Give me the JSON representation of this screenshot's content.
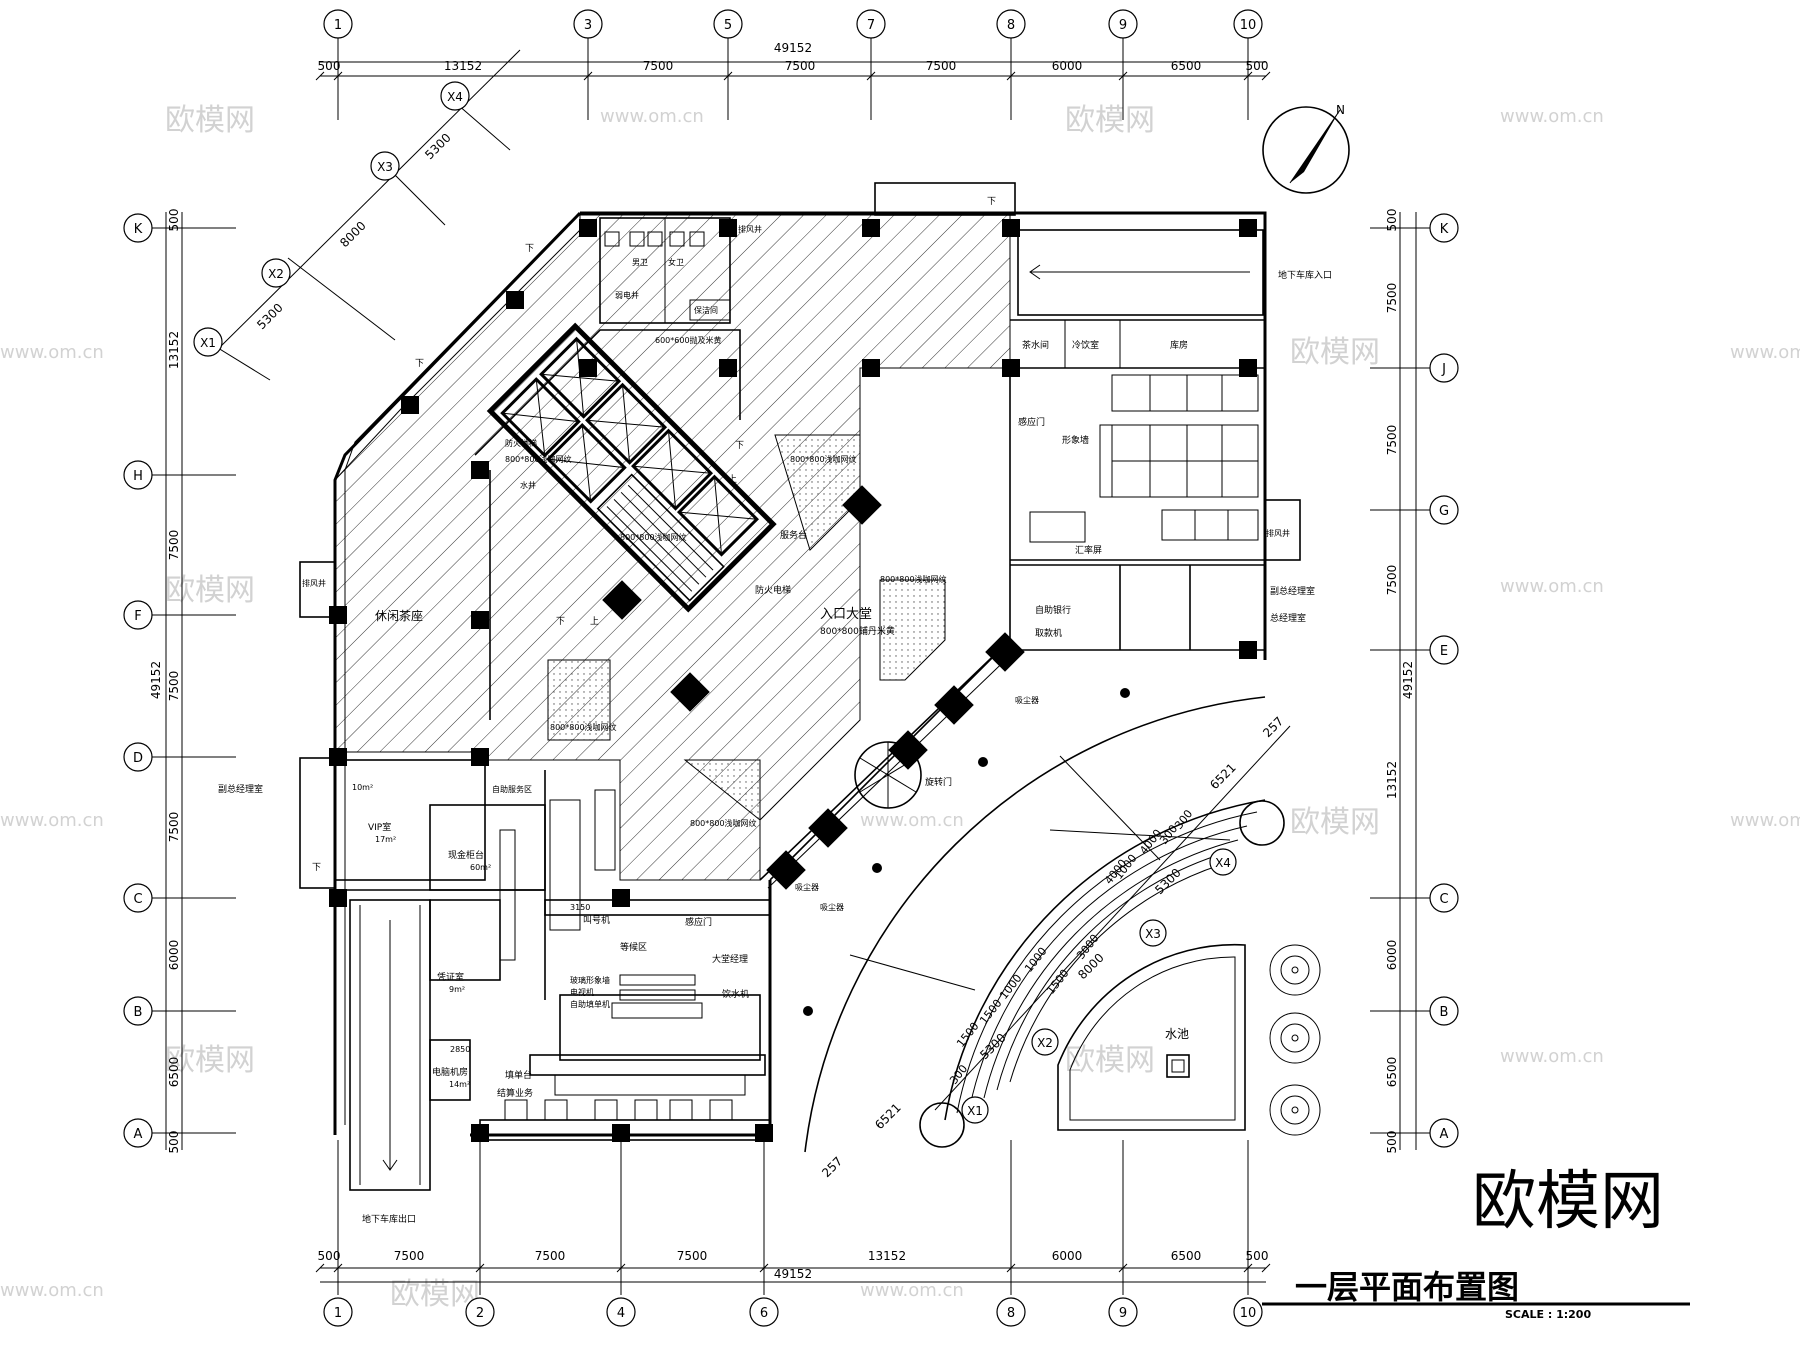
{
  "drawing": {
    "title": "一层平面布置图",
    "scale": "SCALE : 1:200",
    "brand_mark": "欧模网",
    "watermark_cn": "欧模网",
    "watermark_url": "www.om.cn",
    "north_label": "N"
  },
  "grid": {
    "top_axes": [
      "1",
      "3",
      "5",
      "7",
      "8",
      "9",
      "10"
    ],
    "bottom_axes": [
      "1",
      "2",
      "4",
      "6",
      "8",
      "9",
      "10"
    ],
    "left_axes": [
      "K",
      "H",
      "F",
      "D",
      "C",
      "B",
      "A"
    ],
    "right_axes": [
      "K",
      "J",
      "G",
      "E",
      "C",
      "B",
      "A"
    ],
    "diag_axes": [
      "X1",
      "X2",
      "X3",
      "X4"
    ],
    "arc_axes": [
      "X1",
      "X2",
      "X3",
      "X4"
    ]
  },
  "dimensions": {
    "top_total": "49152",
    "top_segments": [
      "500",
      "13152",
      "7500",
      "7500",
      "7500",
      "6000",
      "6500",
      "500"
    ],
    "bottom_total": "49152",
    "bottom_segments": [
      "500",
      "7500",
      "7500",
      "7500",
      "13152",
      "6000",
      "6500",
      "500"
    ],
    "left_total": "49152",
    "left_upper": "13152",
    "left_segments": [
      "500",
      "7500",
      "7500",
      "7500",
      "6000",
      "6500",
      "500"
    ],
    "right_total": "49152",
    "right_lower": "13152",
    "right_segments": [
      "500",
      "7500",
      "7500",
      "7500",
      "6000",
      "6500",
      "500"
    ],
    "diag_segments": [
      "5300",
      "8000",
      "5300"
    ],
    "arc_radial": [
      "6521",
      "6521",
      "257",
      "257",
      "5300",
      "8000",
      "5300"
    ],
    "steps": [
      "300",
      "1500",
      "1500",
      "1000",
      "1000",
      "4000",
      "3000",
      "1500",
      "300",
      "1000",
      "4000",
      "300"
    ],
    "stub_dims": [
      "3150",
      "2850"
    ]
  },
  "rooms": {
    "lobby": "入口大堂",
    "lobby_floor": "800*800鋪丹米黄",
    "tea": "休闲茶座",
    "water": "水池",
    "parking_entry": "地下车库入口",
    "parking_exit": "地下车库出口",
    "vip": "VIP室",
    "cash": "现金柜台",
    "wait": "等候区",
    "lobby_mgr": "大堂经理",
    "settle": "结算业务",
    "vault": "电脑机房",
    "duty": "凭证室",
    "self_bank": "自助银行",
    "atm": "取款机",
    "vice_gm": "副总经理室",
    "gm": "总经理室",
    "vice_gm_left": "副总经理室",
    "cafe": "冷饮室",
    "storage": "库房",
    "meeting": "茶水间",
    "reception": "服务台",
    "exhaust": "排风井",
    "exhaust2": "排风井",
    "exhaust3": "排风井",
    "fire_elev": "防火电梯",
    "fire_stair": "防火楼梯",
    "revolving": "旋转门",
    "sensor_door": "感应门",
    "sensor_door2": "感应门",
    "marble1": "800*800浅咖网纹",
    "marble2": "800*800浅咖网纹",
    "marble3": "800*800浅咖网纹",
    "marble4": "800*800浅咖网纹",
    "marble5": "800*800浅咖网纹",
    "corridor_floor": "600*600抛及米黄",
    "men": "男卫",
    "women": "女卫",
    "clean": "保洁间",
    "elec": "弱电井",
    "water_well": "水井",
    "queue": "叫号机",
    "tv": "电视机",
    "screen": "玻璃形象墙",
    "auto_book": "自助填单机",
    "drink": "饮水机",
    "walk": "形象墙",
    "cash2": "汇率屏",
    "dust1": "吸尘器",
    "dust2": "吸尘器",
    "dust3": "吸尘器",
    "area_17": "17m²",
    "area_10": "10m²",
    "area_60": "60m²",
    "area_9": "9m²",
    "area_14": "14m²",
    "auto_zone": "自助服务区",
    "bottom_row": "填单台",
    "down": "下",
    "up": "上"
  }
}
